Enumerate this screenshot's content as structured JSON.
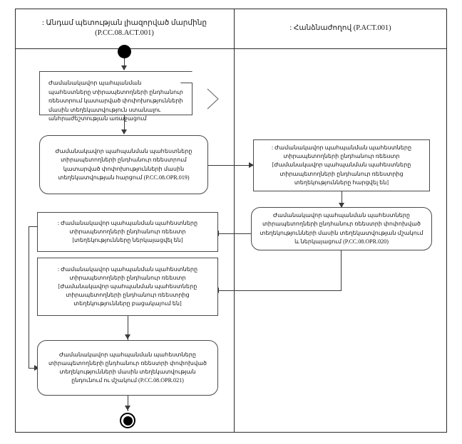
{
  "diagram": {
    "type": "uml-activity-diagram",
    "lanes": [
      {
        "id": "left",
        "title": ": Անդամ պետության լիազորված մարմինը\n(P.CC.08.ACT.001)"
      },
      {
        "id": "right",
        "title": ": Հանձնաժողով (P.ACT.001)"
      }
    ],
    "lane_titles": {
      "left_line1": ": Անդամ պետության լիազորված մարմինը",
      "left_line2": "(P.CC.08.ACT.001)",
      "right_line1": ": Հանձնաժողով (P.ACT.001)"
    },
    "note": {
      "id": "note-001",
      "text": "Ժամանակավոր պահպանման պահեստները տիրապետողների ընդհանուր ռեեստրում կատարված փոփոխությունների մասին տեղեկատվություն ստանալու անհրաժեշտության առաջացում"
    },
    "nodes": [
      {
        "id": "opr-019",
        "lane": "left",
        "kind": "activity",
        "text": "Ժամանակավոր պահպանման պահեստները տիրապետողների ընդհանուր ռեեստրում կատարված փոփոխությունների մասին տեղեկատվության հարցում (P.CC.08.OPR.019)",
        "code": "P.CC.08.OPR.019"
      },
      {
        "id": "state-request-received",
        "lane": "right",
        "kind": "state",
        "text": ": Ժամանակավոր պահպանման պահեստները տիրապետողների ընդհանուր ռեեստր [Ժամանակավոր պահպանման պահեստները տիրապետողների ընդհանուր ռեեստրից տեղեկությունները հարցվել են]"
      },
      {
        "id": "opr-020",
        "lane": "right",
        "kind": "activity",
        "text": "Ժամանակավոր պահպանման պահեստները տիրապետողների ընդհանուր ռեեստրի փոփոխված տեղեկությունների մասին տեղեկատվության մշակում և ներկայացում (P.CC.08.OPR.020)",
        "code": "P.CC.08.OPR.020"
      },
      {
        "id": "state-submitted",
        "lane": "left",
        "kind": "state",
        "text": ": Ժամանակավոր պահպանման պահեստները տիրապետողների ընդհանուր ռեեստր [տեղեկությունները ներկայացվել են]"
      },
      {
        "id": "state-refused",
        "lane": "left",
        "kind": "state",
        "text": ": Ժամանակավոր պահպանման պահեստները տիրապետողների ընդհանուր ռեեստր [Ժամանակավոր պահպանման պահեստները տիրապետողների ընդհանուր ռեեստրից տեղեկությունները բացակայում են]"
      },
      {
        "id": "opr-021",
        "lane": "left",
        "kind": "activity",
        "text": "Ժամանակավոր պահպանման պահեստները տիրապետողների ընդհանուր ռեեստրի փոփոխված տեղեկությունների մասին տեղեկատվության ընդունում ու մշակում (P.CC.08.OPR.021)",
        "code": "P.CC.08.OPR.021"
      }
    ],
    "control_nodes": [
      {
        "id": "initial-node",
        "kind": "initial",
        "lane": "left"
      },
      {
        "id": "final-node",
        "kind": "final",
        "lane": "left"
      }
    ],
    "edges": [
      {
        "id": "e1",
        "from": "initial-node",
        "to": "note-001",
        "direction": "down"
      },
      {
        "id": "e2",
        "from": "note-001",
        "to": "opr-019",
        "direction": "down"
      },
      {
        "id": "e3",
        "from": "opr-019",
        "to": "state-request-received",
        "direction": "right"
      },
      {
        "id": "e4",
        "from": "state-request-received",
        "to": "opr-020",
        "direction": "down"
      },
      {
        "id": "e5",
        "from": "opr-020",
        "to": "state-submitted",
        "direction": "left"
      },
      {
        "id": "e6",
        "from": "opr-020",
        "to": "state-refused",
        "direction": "left"
      },
      {
        "id": "e7",
        "from": "state-submitted",
        "to": "state-refused",
        "direction": "down"
      },
      {
        "id": "e8",
        "from": "state-refused",
        "to": "opr-021",
        "direction": "down"
      },
      {
        "id": "e9",
        "from": "opr-021",
        "to": "final-node",
        "direction": "down"
      },
      {
        "id": "e10",
        "from": "state-submitted",
        "to": "opr-021",
        "direction": "loop-left"
      }
    ],
    "colors": {
      "frame_stroke": "#2b2b2b",
      "node_stroke": "#4a4a4a",
      "connector": "#3a3a3a",
      "background": "#ffffff",
      "text": "#141414"
    }
  }
}
